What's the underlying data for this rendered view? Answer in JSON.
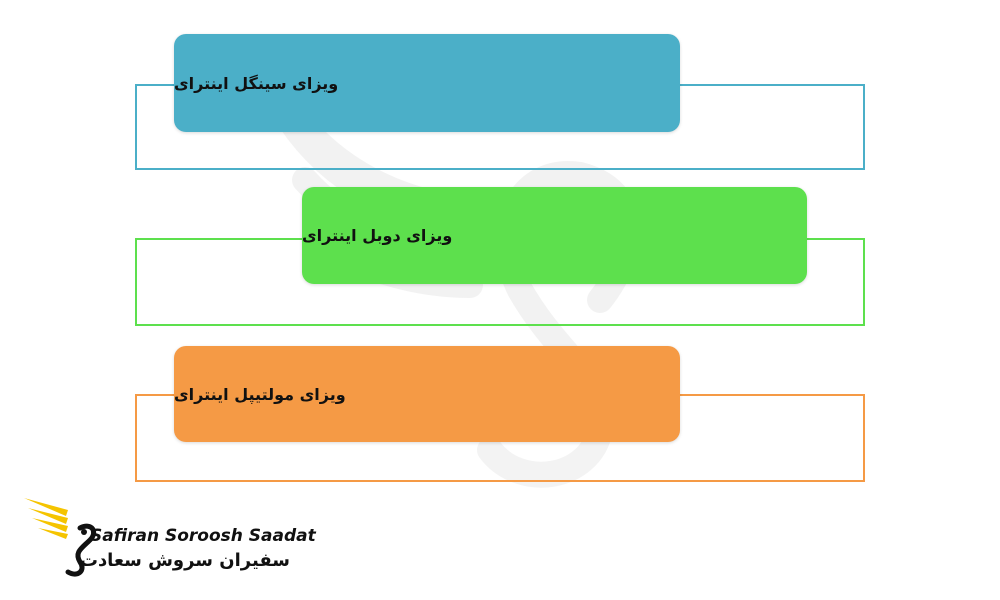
{
  "diagram": {
    "items": [
      {
        "label": "ویزای سینگل اینترای",
        "color": "#4bafc8",
        "frame_color": "#4bafc8"
      },
      {
        "label": "ویزای دوبل اینترای",
        "color": "#5de04d",
        "frame_color": "#5de04d"
      },
      {
        "label": "ویزای مولتیپل اینترای",
        "color": "#f59a45",
        "frame_color": "#f59a45"
      }
    ]
  },
  "logo": {
    "name_en": "Safiran Soroosh Saadat",
    "name_fa": "سفیران سروش سعادت",
    "accent_color": "#f5c400"
  }
}
